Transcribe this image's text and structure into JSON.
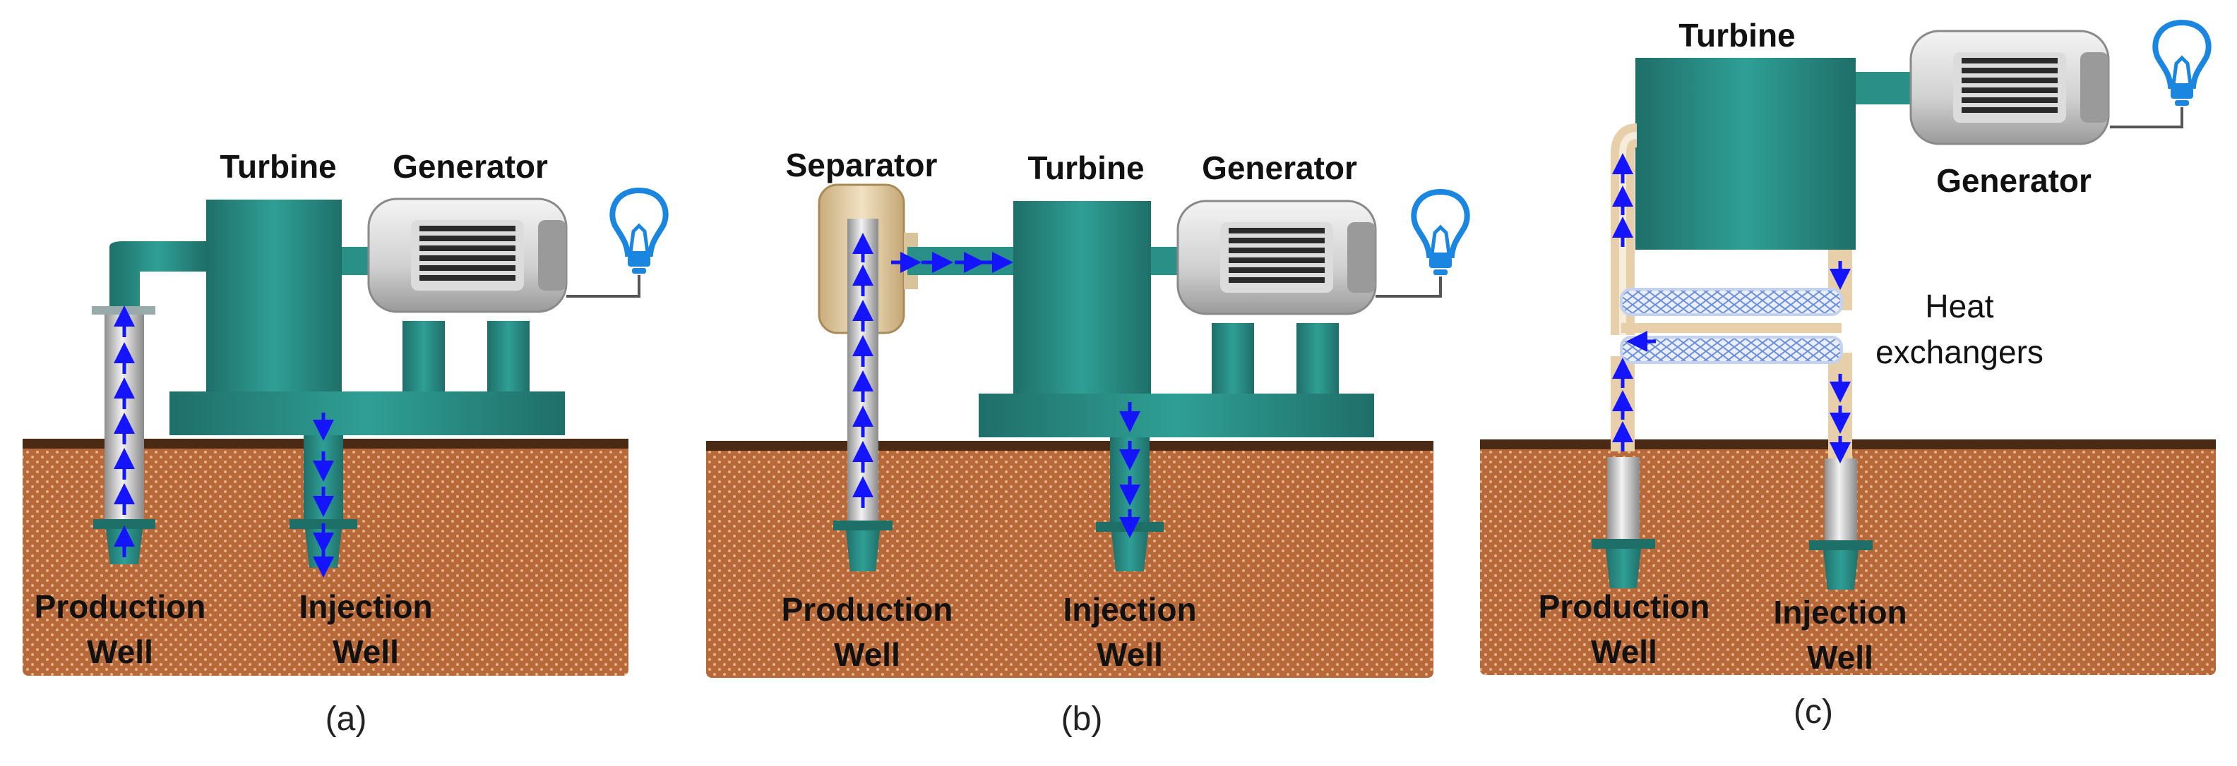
{
  "colors": {
    "ground": "#b8693a",
    "ground_top": "#4a2a14",
    "teal": "#2a8f86",
    "teal_dark": "#1f6f69",
    "flow_arrow": "#1414ff",
    "pipe_silver": "#c8c8c8",
    "separator_tan": "#d8c39a",
    "heat_exchanger": "#8fb0e6",
    "bulb": "#1a86e0"
  },
  "panels": [
    {
      "caption": "(a)",
      "labels": {
        "turbine": "Turbine",
        "generator": "Generator",
        "production_well_line1": "Production",
        "production_well_line2": "Well",
        "injection_well_line1": "Injection",
        "injection_well_line2": "Well"
      }
    },
    {
      "caption": "(b)",
      "labels": {
        "separator": "Separator",
        "turbine": "Turbine",
        "generator": "Generator",
        "production_well_line1": "Production",
        "production_well_line2": "Well",
        "injection_well_line1": "Injection",
        "injection_well_line2": "Well"
      }
    },
    {
      "caption": "(c)",
      "labels": {
        "turbine": "Turbine",
        "generator": "Generator",
        "heat_exchangers_line1": "Heat",
        "heat_exchangers_line2": "exchangers",
        "production_well_line1": "Production",
        "production_well_line2": "Well",
        "injection_well_line1": "Injection",
        "injection_well_line2": "Well"
      }
    }
  ]
}
